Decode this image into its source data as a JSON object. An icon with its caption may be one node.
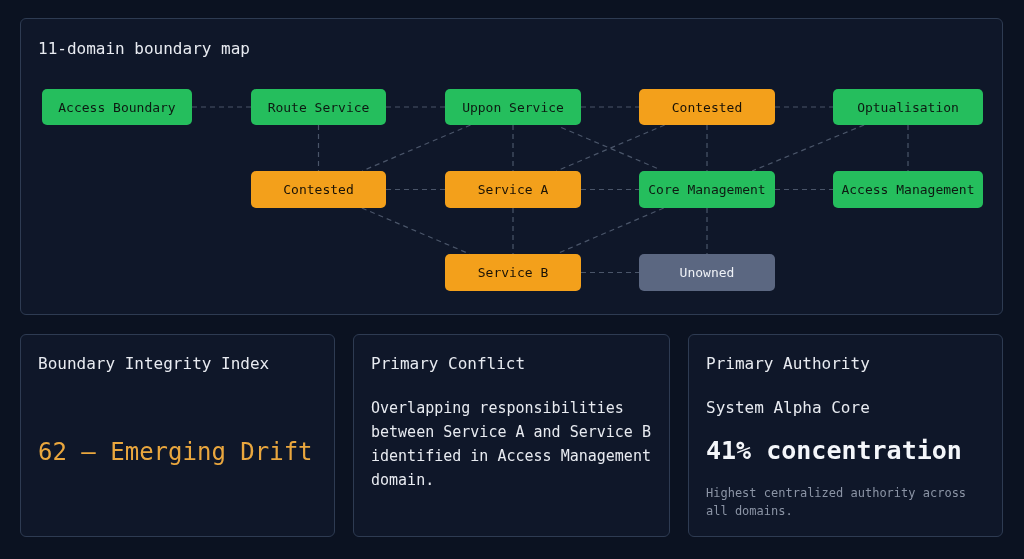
{
  "diagram": {
    "nodes": [
      {
        "text": [
          "11-domain boundary map"
        ]
      },
      {
        "text": [
          "Access Boundary"
        ],
        "in": 0
      },
      {
        "text": [
          "Route Service"
        ],
        "in": 0
      },
      {
        "text": [
          "Uppon Service"
        ],
        "in": 0
      },
      {
        "text": [
          "Contested"
        ],
        "in": 0
      },
      {
        "text": [
          "Optualisation"
        ],
        "in": 0
      },
      {
        "text": [
          "Contested"
        ],
        "in": 0
      },
      {
        "text": [
          "Service A"
        ],
        "in": 0
      },
      {
        "text": [
          "Core Management"
        ],
        "in": 0
      },
      {
        "text": [
          "Access Management"
        ],
        "in": 0
      },
      {
        "text": [
          "Service B"
        ],
        "in": 0
      },
      {
        "text": [
          "Unowned"
        ],
        "in": 0
      },
      {
        "text": [
          "Boundary Integrity Index",
          "62 — Emerging Drift"
        ]
      },
      {
        "text": [
          "Primary Conflict",
          "Overlapping responsibilities between Service A and Service B identified in Access Management domain."
        ]
      },
      {
        "text": [
          "Primary Authority",
          "System Alpha Core",
          "41% concentration",
          "Highest centralized authority across all domains."
        ]
      }
    ],
    "edges": [
      {
        "from": 1,
        "to": 2,
        "arrow": "none",
        "style": "dashed"
      },
      {
        "from": 2,
        "to": 3,
        "arrow": "none",
        "style": "dashed"
      },
      {
        "from": 3,
        "to": 4,
        "arrow": "none",
        "style": "dashed"
      },
      {
        "from": 4,
        "to": 5,
        "arrow": "none",
        "style": "dashed"
      },
      {
        "from": 2,
        "to": 6,
        "arrow": "none",
        "style": "dashed"
      },
      {
        "from": 3,
        "to": 6,
        "arrow": "none",
        "style": "dashed"
      },
      {
        "from": 3,
        "to": 7,
        "arrow": "none",
        "style": "dashed"
      },
      {
        "from": 3,
        "to": 8,
        "arrow": "none",
        "style": "dashed"
      },
      {
        "from": 4,
        "to": 7,
        "arrow": "none",
        "style": "dashed"
      },
      {
        "from": 4,
        "to": 8,
        "arrow": "none",
        "style": "dashed"
      },
      {
        "from": 5,
        "to": 8,
        "arrow": "none",
        "style": "dashed"
      },
      {
        "from": 5,
        "to": 9,
        "arrow": "none",
        "style": "dashed"
      },
      {
        "from": 6,
        "to": 7,
        "arrow": "none",
        "style": "dashed"
      },
      {
        "from": 7,
        "to": 8,
        "arrow": "none",
        "style": "dashed"
      },
      {
        "from": 8,
        "to": 9,
        "arrow": "none",
        "style": "dashed"
      },
      {
        "from": 6,
        "to": 10,
        "arrow": "none",
        "style": "dashed"
      },
      {
        "from": 7,
        "to": 10,
        "arrow": "none",
        "style": "dashed"
      },
      {
        "from": 8,
        "to": 10,
        "arrow": "none",
        "style": "dashed"
      },
      {
        "from": 8,
        "to": 11,
        "arrow": "none",
        "style": "dashed"
      },
      {
        "from": 10,
        "to": 11,
        "arrow": "none",
        "style": "dashed"
      }
    ]
  }
}
